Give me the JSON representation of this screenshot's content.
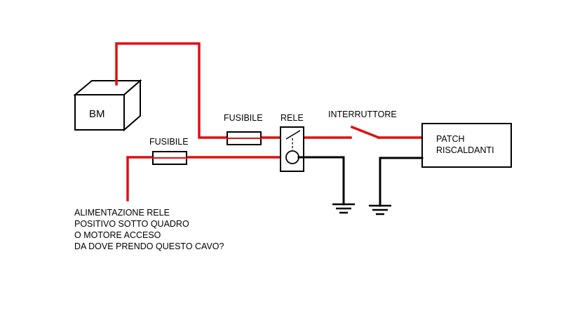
{
  "battery": {
    "label": "BM"
  },
  "fuse_top": {
    "label": "FUSIBILE"
  },
  "fuse_left": {
    "label": "FUSIBILE"
  },
  "relay": {
    "label": "RELE"
  },
  "switch": {
    "label": "INTERRUTTORE"
  },
  "load": {
    "label_line1": "PATCH",
    "label_line2": "RISCALDANTI"
  },
  "note": {
    "line1": "ALIMENTAZIONE RELE",
    "line2": "POSITIVO SOTTO QUADRO",
    "line3": "O MOTORE ACCESO",
    "line4": "DA DOVE PRENDO QUESTO CAVO?"
  },
  "colors": {
    "positive_wire": "#e01010",
    "ground_wire": "#000000",
    "background": "#ffffff"
  }
}
